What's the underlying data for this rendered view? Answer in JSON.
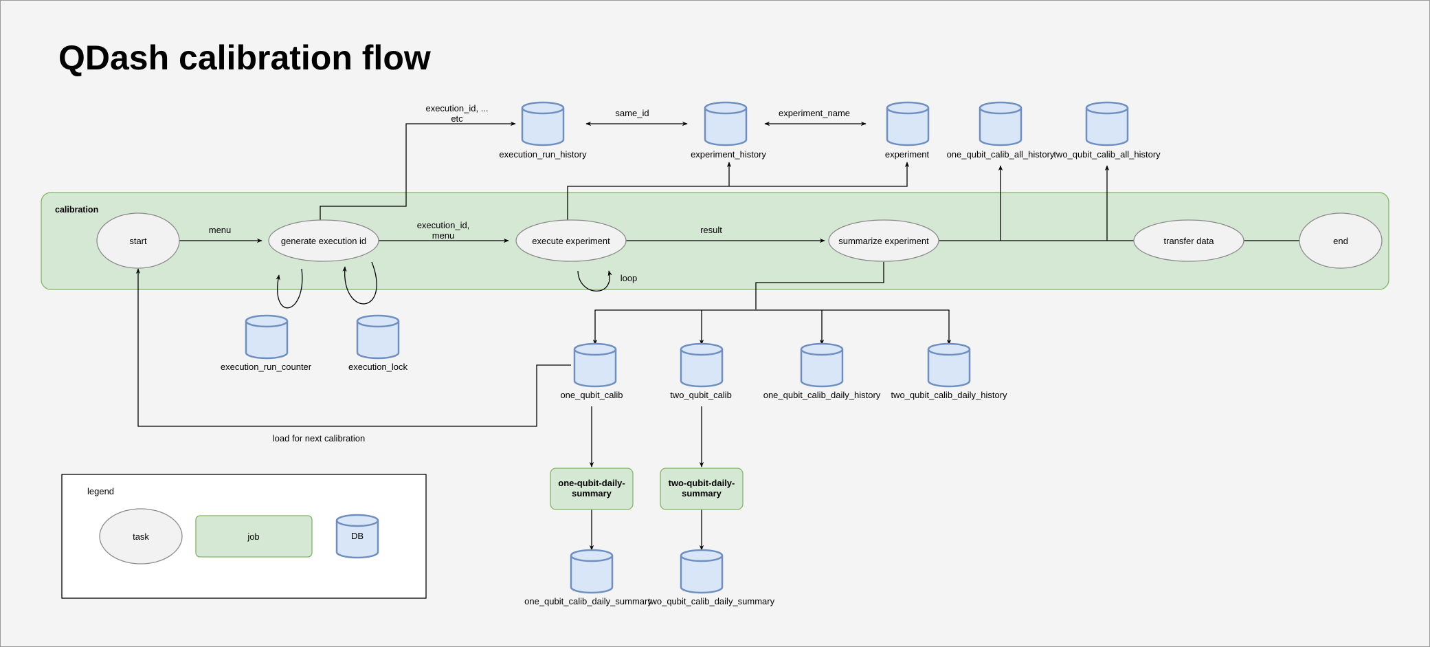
{
  "title": "QDash calibration flow",
  "group": {
    "label": "calibration"
  },
  "tasks": {
    "start": "start",
    "generate": "generate execution id",
    "execute": "execute experiment",
    "summarize": "summarize experiment",
    "transfer": "transfer data",
    "end": "end"
  },
  "databases": {
    "execution_run_history": "execution_run_history",
    "experiment_history": "experiment_history",
    "experiment": "experiment",
    "one_qubit_calib_all_history": "one_qubit_calib_all_history",
    "two_qubit_calib_all_history": "two_qubit_calib_all_history",
    "execution_run_counter": "execution_run_counter",
    "execution_lock": "execution_lock",
    "one_qubit_calib": "one_qubit_calib",
    "two_qubit_calib": "two_qubit_calib",
    "one_qubit_calib_daily_history": "one_qubit_calib_daily_history",
    "two_qubit_calib_daily_history": "two_qubit_calib_daily_history",
    "one_qubit_calib_daily_summary": "one_qubit_calib_daily_summary",
    "two_qubit_calib_daily_summary": "two_qubit_calib_daily_summary"
  },
  "jobs": {
    "one_daily_line1": "one-qubit-daily-",
    "one_daily_line2": "summary",
    "two_daily_line1": "two-qubit-daily-",
    "two_daily_line2": "summary"
  },
  "edge_labels": {
    "menu": "menu",
    "execution_id_menu_line1": "execution_id,",
    "execution_id_menu_line2": "menu",
    "result": "result",
    "loop": "loop",
    "execution_id_etc_line1": "execution_id, ...",
    "execution_id_etc_line2": "etc",
    "same_id": "same_id",
    "experiment_name": "experiment_name",
    "load_next": "load for next calibration"
  },
  "legend": {
    "title": "legend",
    "task": "task",
    "job": "job",
    "db": "DB"
  }
}
